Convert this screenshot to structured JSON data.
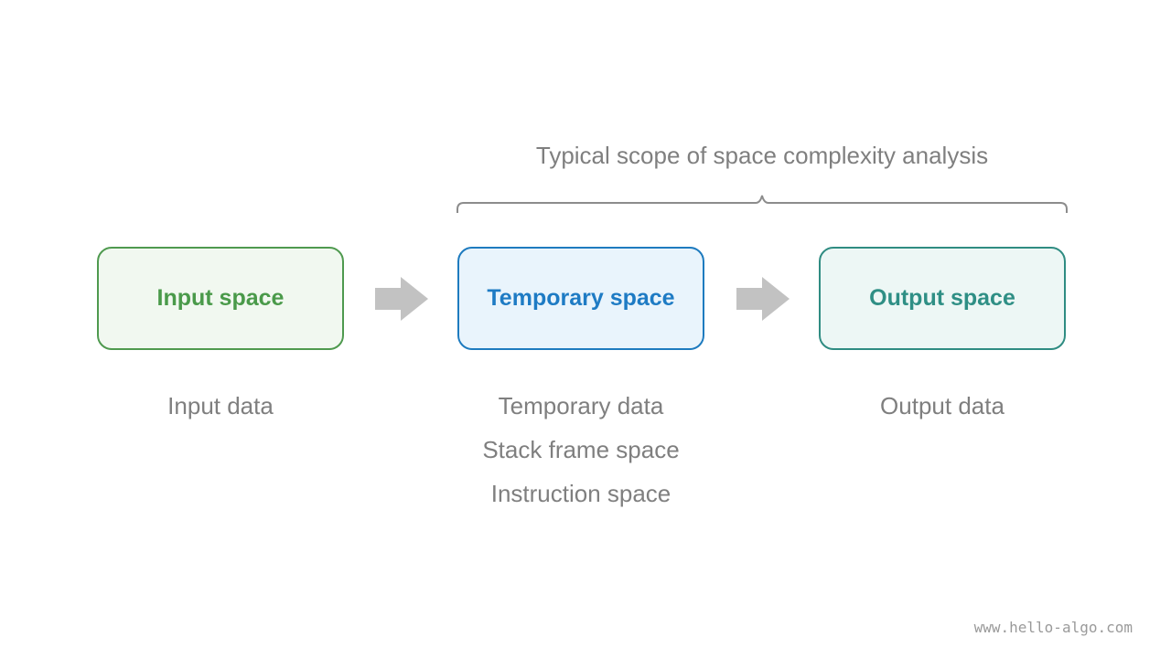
{
  "diagram": {
    "scope_label": "Typical scope of space complexity analysis",
    "boxes": [
      {
        "label": "Input space",
        "color": "#4a9a4a"
      },
      {
        "label": "Temporary space",
        "color": "#1e7bc4"
      },
      {
        "label": "Output space",
        "color": "#2f8f85"
      }
    ],
    "input_items": [
      "Input data"
    ],
    "temporary_items": [
      "Temporary data",
      "Stack frame space",
      "Instruction space"
    ],
    "output_items": [
      "Output data"
    ],
    "arrow_color": "#c2c2c2",
    "brace_color": "#8c8c8c"
  },
  "watermark": "www.hello-algo.com"
}
